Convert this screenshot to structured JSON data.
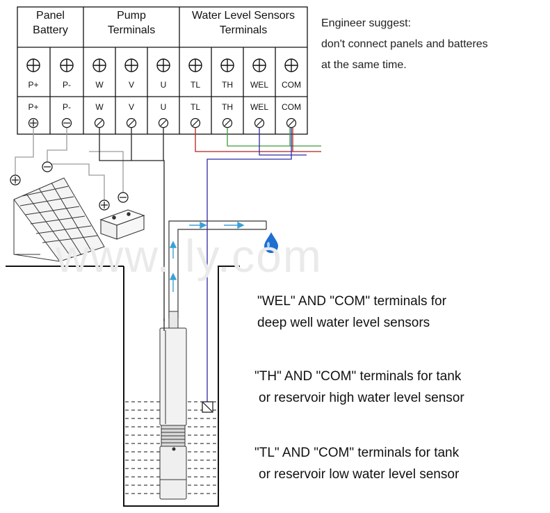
{
  "terminal_block": {
    "groups": [
      {
        "label_line1": "Panel",
        "label_line2": "Battery"
      },
      {
        "label_line1": "Pump",
        "label_line2": "Terminals"
      },
      {
        "label_line1": "Water Level Sensors",
        "label_line2": "Terminals"
      }
    ],
    "terminals": [
      "P+",
      "P-",
      "W",
      "V",
      "U",
      "TL",
      "TH",
      "WEL",
      "COM"
    ]
  },
  "engineer_note": {
    "line1": "Engineer suggest:",
    "line2": "don't connect panels and batteres",
    "line3": "at the same time."
  },
  "watermark": "www.   ly.com",
  "descriptions": [
    {
      "line1": "\"WEL\" AND \"COM\" terminals for",
      "line2": "deep well water level sensors"
    },
    {
      "line1": "\"TH\" AND \"COM\" terminals for tank",
      "line2": "or reservoir high water level sensor"
    },
    {
      "line1": "\"TL\" AND \"COM\" terminals for tank",
      "line2": "or reservoir low water level sensor"
    }
  ],
  "colors": {
    "wire_red": "#b22222",
    "wire_green": "#3a9a3a",
    "wire_blue": "#2a2aa8",
    "wire_gray": "#9a9a9a",
    "flow_arrow": "#3aa0d8",
    "water_drop": "#1e6fd0"
  }
}
